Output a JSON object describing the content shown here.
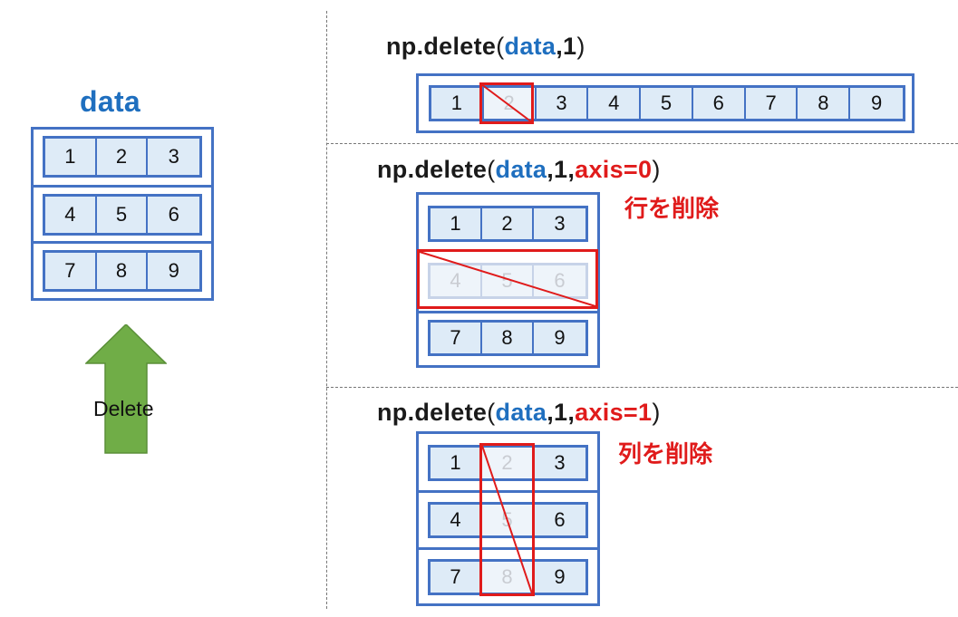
{
  "data_label": "data",
  "delete_label": "Delete",
  "data_rows": [
    [
      "1",
      "2",
      "3"
    ],
    [
      "4",
      "5",
      "6"
    ],
    [
      "7",
      "8",
      "9"
    ]
  ],
  "flat": {
    "title_prefix": "np.delete",
    "title_open": "(",
    "title_data": "data",
    "title_args": ",1",
    "title_close": ")",
    "cells": [
      "1",
      "2",
      "3",
      "4",
      "5",
      "6",
      "7",
      "8",
      "9"
    ]
  },
  "axis0": {
    "title_prefix": "np.delete",
    "title_open": "(",
    "title_data": "data",
    "title_args": ",1,",
    "title_axis": "axis=0",
    "title_close": ")",
    "caption": "行を削除",
    "rows": [
      [
        "1",
        "2",
        "3"
      ],
      [
        "4",
        "5",
        "6"
      ],
      [
        "7",
        "8",
        "9"
      ]
    ]
  },
  "axis1": {
    "title_prefix": "np.delete",
    "title_open": "(",
    "title_data": "data",
    "title_args": ",1,",
    "title_axis": "axis=1",
    "title_close": ")",
    "caption": "列を削除",
    "rows": [
      [
        "1",
        "2",
        "3"
      ],
      [
        "4",
        "5",
        "6"
      ],
      [
        "7",
        "8",
        "9"
      ]
    ]
  },
  "colors": {
    "blue": "#4472c4",
    "cell_fill": "#deebf7",
    "accent_red": "#e01b1b",
    "text_blue": "#1f6fbf",
    "arrow_green": "#70ad47"
  }
}
